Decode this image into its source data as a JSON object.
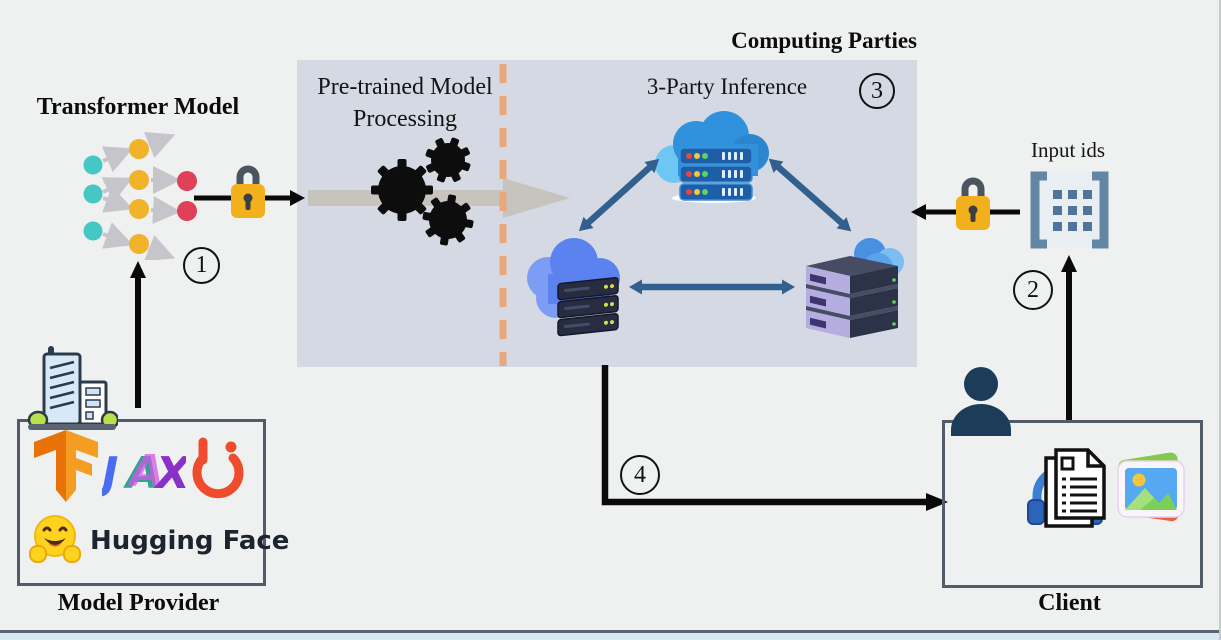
{
  "diagram": {
    "transformer_model_label": "Transformer Model",
    "computing_parties_label": "Computing Parties",
    "pretrained_line1": "Pre-trained Model",
    "pretrained_line2": "Processing",
    "inference_label": "3-Party Inference",
    "input_ids_label": "Input ids",
    "model_provider_label": "Model Provider",
    "client_label": "Client",
    "huggingface_label": "Hugging Face",
    "steps": {
      "model_upload": "1",
      "input_upload": "2",
      "inference": "3",
      "result": "4"
    },
    "icons": [
      "neural-network-icon",
      "lock-icon",
      "gears-icon",
      "cloud-server-icon",
      "matrix-icon",
      "building-icon",
      "tensorflow-logo-icon",
      "jax-logo-icon",
      "pytorch-logo-icon",
      "huggingface-logo-icon",
      "person-icon",
      "audio-icon",
      "documents-icon",
      "images-icon"
    ],
    "colors": {
      "page_bg": "#eff1f1",
      "box_bg": "#d4d9e3",
      "steel_arrow": "#31608f",
      "lock_body": "#f2b01c",
      "lock_shackle": "#4a5560",
      "dashed_line": "#e8a87c",
      "gray_arrow": "#c7c4be",
      "border": "#525c69"
    }
  }
}
